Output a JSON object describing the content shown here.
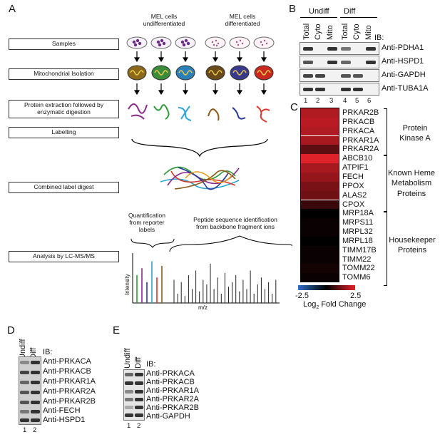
{
  "panels": {
    "A": "A",
    "B": "B",
    "C": "C",
    "D": "D",
    "E": "E"
  },
  "panel_a": {
    "group1": "MEL cells\nundifferentiated",
    "group2": "MEL cells\ndifferentiated",
    "steps": [
      "Samples",
      "Mitochondrial Isolation",
      "Protein extraction followed by\nenzymatic digestion",
      "Labelling",
      "Combined label digest",
      "Analysis by LC-MS/MS"
    ],
    "quant_label": "Quantification\nfrom reporter\nlabels",
    "peptide_label": "Peptide sequence identification\nfrom backbone fragment ions",
    "y_axis": "Intensity",
    "x_axis": "m/z",
    "spectrum_reporter": [
      0.6,
      0.75,
      0.45,
      0.9,
      0.55,
      0.8
    ],
    "spectrum_peaks": [
      0.5,
      0.2,
      0.45,
      0.15,
      0.6,
      0.3,
      0.7,
      0.25,
      0.5,
      0.4,
      0.85,
      0.3,
      0.55,
      0.2,
      0.65,
      0.35,
      0.45,
      0.6,
      0.25,
      0.5,
      0.3,
      0.7,
      0.2,
      0.4,
      0.55,
      0.3,
      0.45,
      0.2,
      0.5
    ]
  },
  "panel_b": {
    "undiff": "Undiff",
    "diff": "Diff",
    "lanes": [
      "Total",
      "Cyto",
      "Mito",
      "Total",
      "Cyto",
      "Mito"
    ],
    "lane_numbers": [
      "1",
      "2",
      "3",
      "4",
      "5",
      "6"
    ],
    "ib": "IB:",
    "antibodies": [
      "Anti-PDHA1",
      "Anti-HSPD1",
      "Anti-GAPDH",
      "Anti-TUBA1A"
    ]
  },
  "panel_c": {
    "genes": [
      "PRKAR2B",
      "PRKACB",
      "PRKACA",
      "PRKAR1A",
      "PRKAR2A",
      "ABCB10",
      "ATPIF1",
      "FECH",
      "PPOX",
      "ALAS2",
      "CPOX",
      "MRP18A",
      "MRPS11",
      "MRPL32",
      "MRPL18",
      "TIMM17B",
      "TIMM22",
      "TOMM22",
      "TOMM6"
    ],
    "fold_changes": [
      1.9,
      2.0,
      1.9,
      1.8,
      1.0,
      2.4,
      1.8,
      1.6,
      1.3,
      1.2,
      0.6,
      0.0,
      0.1,
      0.1,
      0.0,
      0.1,
      0.1,
      0.2,
      0.1
    ],
    "groups": [
      {
        "name": "Protein\nKinase A"
      },
      {
        "name": "Known Heme\nMetabolism\nProteins"
      },
      {
        "name": "Housekeeper\nProteins"
      }
    ],
    "scale_min": "-2.5",
    "scale_max": "2.5",
    "scale_label": "Log",
    "scale_sub": "2",
    "scale_label_rest": " Fold Change",
    "colors": {
      "low": "#2b6fc8",
      "mid": "#000000",
      "high": "#e8222b"
    }
  },
  "panel_d": {
    "lanes": [
      "Undiff",
      "Diff"
    ],
    "lane_numbers": [
      "1",
      "2"
    ],
    "ib": "IB:",
    "antibodies": [
      "Anti-PRKACA",
      "Anti-PRKACB",
      "Anti-PRKAR1A",
      "Anti-PRKAR2A",
      "Anti-PRKAR2B",
      "Anti-FECH",
      "Anti-HSPD1"
    ]
  },
  "panel_e": {
    "lanes": [
      "Undiff",
      "Diff"
    ],
    "lane_numbers": [
      "1",
      "2"
    ],
    "ib": "IB:",
    "antibodies": [
      "Anti-PRKACA",
      "Anti-PRKACB",
      "Anti-PRKAR1A",
      "Anti-PRKAR2A",
      "Anti-PRKAR2B",
      "Anti-GAPDH"
    ]
  }
}
